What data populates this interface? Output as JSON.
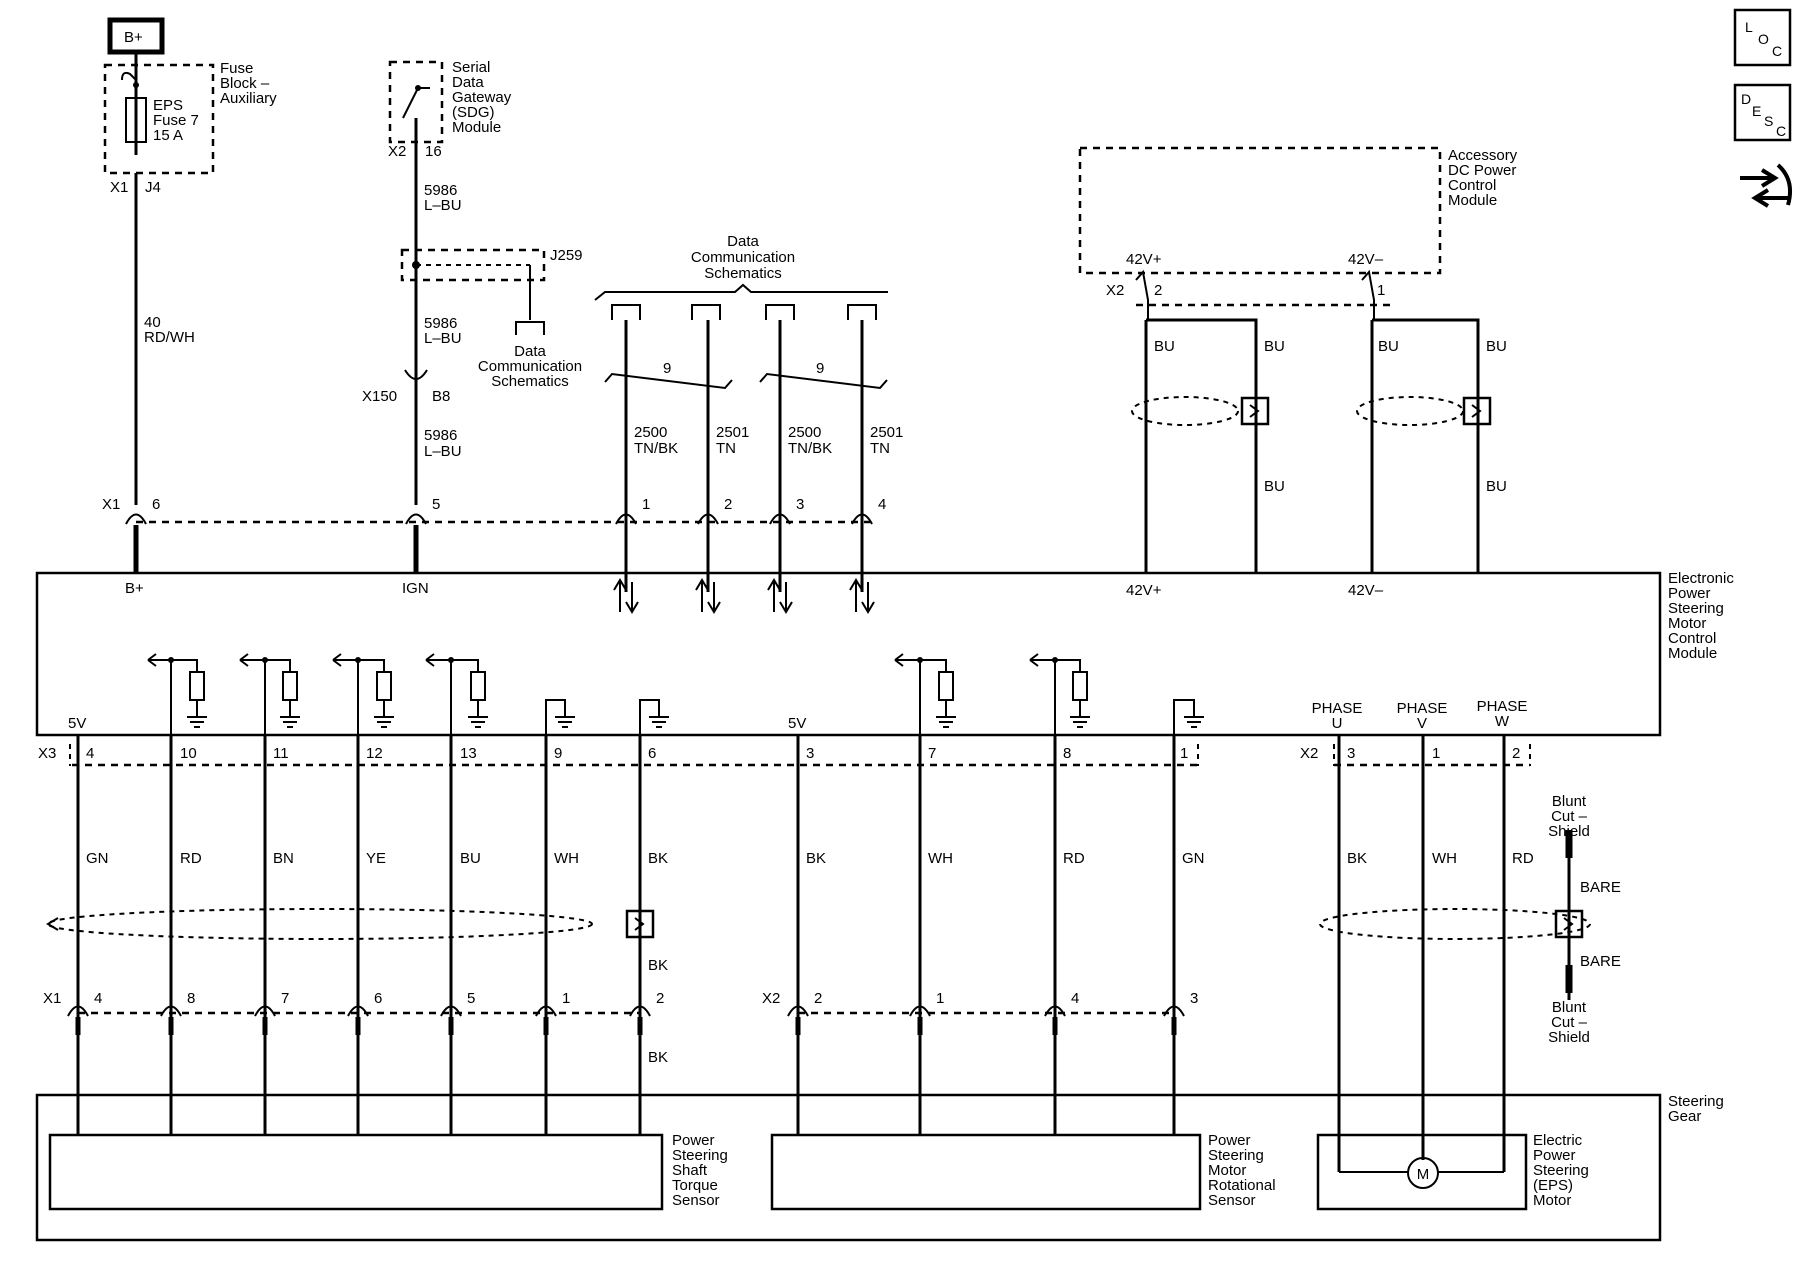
{
  "icons": {
    "loc": [
      "L",
      "O",
      "C"
    ],
    "desc": [
      "D",
      "E",
      "S",
      "C"
    ],
    "nav_icon": "arrow-transfer-icon"
  },
  "top": {
    "bplus_box": "B+",
    "fuse_block": [
      "Fuse",
      "Block –",
      "Auxiliary"
    ],
    "fuse": [
      "EPS",
      "Fuse 7",
      "15 A"
    ],
    "fuse_conn": [
      "X1",
      "J4"
    ],
    "fuse_wire": [
      "40",
      "RD/WH"
    ],
    "sdg": [
      "Serial",
      "Data",
      "Gateway",
      "(SDG)",
      "Module"
    ],
    "sdg_conn": [
      "X2",
      "16"
    ],
    "sdg_wire1": [
      "5986",
      "L–BU"
    ],
    "splice": "J259",
    "dcs_left": [
      "Data",
      "Communication",
      "Schematics"
    ],
    "sdg_wire2": [
      "5986",
      "L–BU"
    ],
    "inline_conn": [
      "X150",
      "B8"
    ],
    "sdg_wire3": [
      "5986",
      "L–BU"
    ],
    "dcs_center": [
      "Data",
      "Communication",
      "Schematics"
    ],
    "twist": [
      "9",
      "9"
    ],
    "data_wires": [
      [
        "2500",
        "TN/BK"
      ],
      [
        "2501",
        "TN"
      ],
      [
        "2500",
        "TN/BK"
      ],
      [
        "2501",
        "TN"
      ]
    ],
    "x1_label": "X1",
    "x1_pins": [
      "6",
      "5",
      "1",
      "2",
      "3",
      "4"
    ],
    "accessory": [
      "Accessory",
      "DC Power",
      "Control",
      "Module"
    ],
    "acc_pins": [
      "42V+",
      "42V–"
    ],
    "acc_conn": [
      "X2",
      "2",
      "1"
    ],
    "acc_wires": [
      "BU",
      "BU",
      "BU",
      "BU",
      "BU",
      "BU"
    ]
  },
  "module": {
    "name": [
      "Electronic",
      "Power",
      "Steering",
      "Motor",
      "Control",
      "Module"
    ],
    "terms": [
      "B+",
      "IGN",
      "42V+",
      "42V–"
    ],
    "volt": [
      "5V",
      "5V"
    ],
    "phase": [
      [
        "PHASE",
        "U"
      ],
      [
        "PHASE",
        "V"
      ],
      [
        "PHASE",
        "W"
      ]
    ]
  },
  "lower": {
    "x3": {
      "label": "X3",
      "pins": [
        "4",
        "10",
        "11",
        "12",
        "13",
        "9",
        "6",
        "3",
        "7",
        "8",
        "1"
      ]
    },
    "x2": {
      "label": "X2",
      "pins": [
        "3",
        "1",
        "2"
      ]
    },
    "colors": [
      "GN",
      "RD",
      "BN",
      "YE",
      "BU",
      "WH",
      "BK",
      "BK",
      "WH",
      "RD",
      "GN"
    ],
    "phase_colors": [
      "BK",
      "WH",
      "RD"
    ],
    "drain": [
      "BK",
      "BK"
    ],
    "blunt": [
      "Blunt",
      "Cut –",
      "Shield"
    ],
    "bare": [
      "BARE",
      "BARE"
    ],
    "x1": {
      "label": "X1",
      "pins": [
        "4",
        "8",
        "7",
        "6",
        "5",
        "1",
        "2"
      ]
    },
    "x2b": {
      "label": "X2",
      "pins": [
        "2",
        "1",
        "4",
        "3"
      ]
    }
  },
  "bottom": {
    "gear": [
      "Steering",
      "Gear"
    ],
    "torque": [
      "Power",
      "Steering",
      "Shaft",
      "Torque",
      "Sensor"
    ],
    "rotational": [
      "Power",
      "Steering",
      "Motor",
      "Rotational",
      "Sensor"
    ],
    "motor": [
      "Electric",
      "Power",
      "Steering",
      "(EPS)",
      "Motor"
    ],
    "motor_symbol": "M"
  }
}
